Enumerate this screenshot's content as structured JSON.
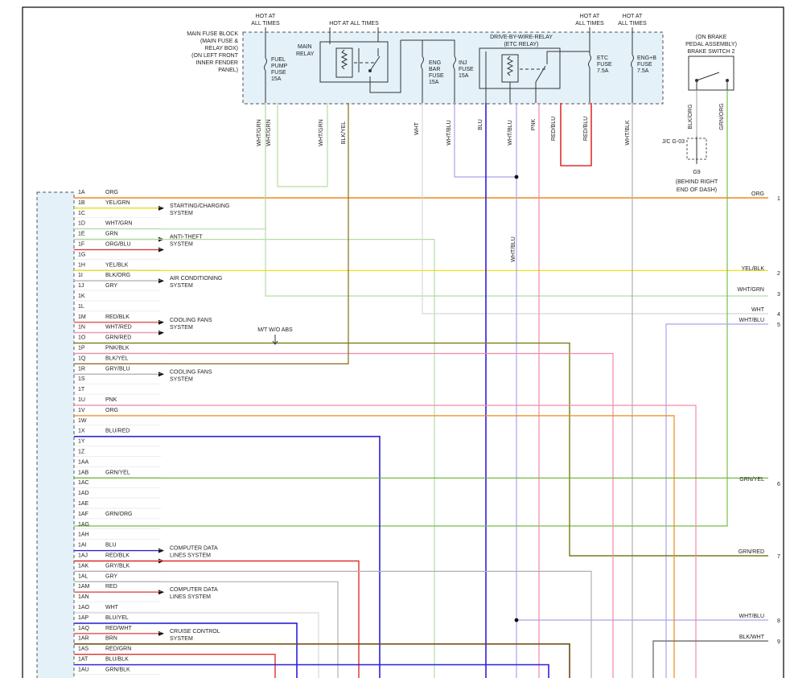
{
  "fuse_block": {
    "label_lines": [
      "MAIN FUSE BLOCK",
      "(MAIN FUSE &",
      "RELAY BOX)",
      "(ON LEFT FRONT",
      "INNER FENDER",
      "PANEL)"
    ]
  },
  "hot_labels": [
    {
      "lines": [
        "HOT AT",
        "ALL TIMES"
      ]
    },
    {
      "lines": [
        "HOT AT ALL TIMES"
      ]
    },
    {
      "lines": [
        "HOT AT",
        "ALL TIMES"
      ]
    },
    {
      "lines": [
        "HOT AT",
        "ALL TIMES"
      ]
    }
  ],
  "fuses": [
    {
      "lines": [
        "FUEL",
        "PUMP",
        "FUSE",
        "15A"
      ]
    },
    {
      "lines": [
        "ENG",
        "BAR",
        "FUSE",
        "15A"
      ]
    },
    {
      "lines": [
        "INJ",
        "FUSE",
        "15A"
      ]
    },
    {
      "lines": [
        "ETC",
        "FUSE",
        "7.5A"
      ]
    },
    {
      "lines": [
        "ENG+B",
        "FUSE",
        "7.5A"
      ]
    }
  ],
  "main_relay": {
    "lines": [
      "MAIN",
      "RELAY"
    ]
  },
  "dbw_relay": {
    "lines": [
      "DRIVE-BY-WIRE-RELAY",
      "(ETC RELAY)"
    ]
  },
  "brake_switch": {
    "lines": [
      "(ON BRAKE",
      "PEDAL ASSEMBLY)",
      "BRAKE SWITCH 2"
    ]
  },
  "junction": {
    "label": "J/C G-03",
    "ground": "G9",
    "ground_note": [
      "(BEHIND RIGHT",
      "END OF DASH)"
    ]
  },
  "vertical_wire_labels": [
    "WHT/GRN",
    "WHT/GRN",
    "WHT/GRN",
    "BLK/YEL",
    "WHT",
    "WHT/BLU",
    "BLU",
    "WHT/BLU",
    "PNK",
    "RED/BLU",
    "RED/BLU",
    "WHT/BLK",
    "BLK/ORG",
    "GRN/ORG",
    "WHT/BLU"
  ],
  "annotation": "M/T W/O ABS",
  "connector_pins": [
    {
      "pin": "1A",
      "wire": "ORG"
    },
    {
      "pin": "1B",
      "wire": "YEL/GRN",
      "system": [
        "STARTING/CHARGING",
        "SYSTEM"
      ]
    },
    {
      "pin": "1C",
      "wire": ""
    },
    {
      "pin": "1D",
      "wire": "WHT/GRN"
    },
    {
      "pin": "1E",
      "wire": "GRN",
      "system": [
        "ANTI-THEFT",
        "SYSTEM"
      ]
    },
    {
      "pin": "1F",
      "wire": "ORG/BLU"
    },
    {
      "pin": "1G",
      "wire": ""
    },
    {
      "pin": "1H",
      "wire": "YEL/BLK"
    },
    {
      "pin": "1I",
      "wire": "BLK/ORG",
      "system": [
        "AIR CONDITIONING",
        "SYSTEM"
      ]
    },
    {
      "pin": "1J",
      "wire": "GRY"
    },
    {
      "pin": "1K",
      "wire": ""
    },
    {
      "pin": "1L",
      "wire": ""
    },
    {
      "pin": "1M",
      "wire": "RED/BLK",
      "system": [
        "COOLING FANS",
        "SYSTEM"
      ]
    },
    {
      "pin": "1N",
      "wire": "WHT/RED"
    },
    {
      "pin": "1O",
      "wire": "GRN/RED"
    },
    {
      "pin": "1P",
      "wire": "PNK/BLK"
    },
    {
      "pin": "1Q",
      "wire": "BLK/YEL"
    },
    {
      "pin": "1R",
      "wire": "GRY/BLU",
      "system": [
        "COOLING FANS",
        "SYSTEM"
      ]
    },
    {
      "pin": "1S",
      "wire": ""
    },
    {
      "pin": "1T",
      "wire": ""
    },
    {
      "pin": "1U",
      "wire": "PNK"
    },
    {
      "pin": "1V",
      "wire": "ORG"
    },
    {
      "pin": "1W",
      "wire": ""
    },
    {
      "pin": "1X",
      "wire": "BLU/RED"
    },
    {
      "pin": "1Y",
      "wire": ""
    },
    {
      "pin": "1Z",
      "wire": ""
    },
    {
      "pin": "1AA",
      "wire": ""
    },
    {
      "pin": "1AB",
      "wire": "GRN/YEL"
    },
    {
      "pin": "1AC",
      "wire": ""
    },
    {
      "pin": "1AD",
      "wire": ""
    },
    {
      "pin": "1AE",
      "wire": ""
    },
    {
      "pin": "1AF",
      "wire": "GRN/ORG"
    },
    {
      "pin": "1AG",
      "wire": ""
    },
    {
      "pin": "1AH",
      "wire": ""
    },
    {
      "pin": "1AI",
      "wire": "BLU",
      "system": [
        "COMPUTER DATA",
        "LINES SYSTEM"
      ]
    },
    {
      "pin": "1AJ",
      "wire": "RED/BLK"
    },
    {
      "pin": "1AK",
      "wire": "GRY/BLK"
    },
    {
      "pin": "1AL",
      "wire": "GRY"
    },
    {
      "pin": "1AM",
      "wire": "RED",
      "system": [
        "COMPUTER DATA",
        "LINES SYSTEM"
      ]
    },
    {
      "pin": "1AN",
      "wire": ""
    },
    {
      "pin": "1AO",
      "wire": "WHT"
    },
    {
      "pin": "1AP",
      "wire": "BLU/YEL"
    },
    {
      "pin": "1AQ",
      "wire": "RED/WHT",
      "system": [
        "CRUISE CONTROL",
        "SYSTEM"
      ]
    },
    {
      "pin": "1AR",
      "wire": "BRN"
    },
    {
      "pin": "1AS",
      "wire": "RED/GRN"
    },
    {
      "pin": "1AT",
      "wire": "BLU/BLK"
    },
    {
      "pin": "1AU",
      "wire": "GRN/BLK"
    }
  ],
  "right_outputs": [
    {
      "wire": "ORG",
      "num": "1"
    },
    {
      "wire": "YEL/BLK",
      "num": "2"
    },
    {
      "wire": "WHT/GRN",
      "num": "3"
    },
    {
      "wire": "WHT",
      "num": "4"
    },
    {
      "wire": "WHT/BLU",
      "num": "5"
    },
    {
      "wire": "GRN/YEL",
      "num": "6"
    },
    {
      "wire": "GRN/RED",
      "num": "7"
    },
    {
      "wire": "WHT/BLU",
      "num": "8"
    },
    {
      "wire": "BLK/WHT",
      "num": "9"
    }
  ],
  "colors": {
    "ORG": "#ef8a1a",
    "YEL": "#e8e000",
    "GRN": "#7cc24a",
    "WHTGRN": "#b5dca3",
    "RED": "#e0302a",
    "PNK": "#f08aa8",
    "BLU": "#2c1fd8",
    "WHTBLU": "#a9a5ee",
    "GRNRED": "#7a7a18",
    "BRN": "#6b4a10",
    "GRY": "#b0b0b0",
    "WHT": "#d8d8d8",
    "BLKYEL": "#8a6a18",
    "GRNYEL": "#62b22c",
    "GRNORG": "#74bd4a",
    "dashfill": "#e4f1f8"
  }
}
